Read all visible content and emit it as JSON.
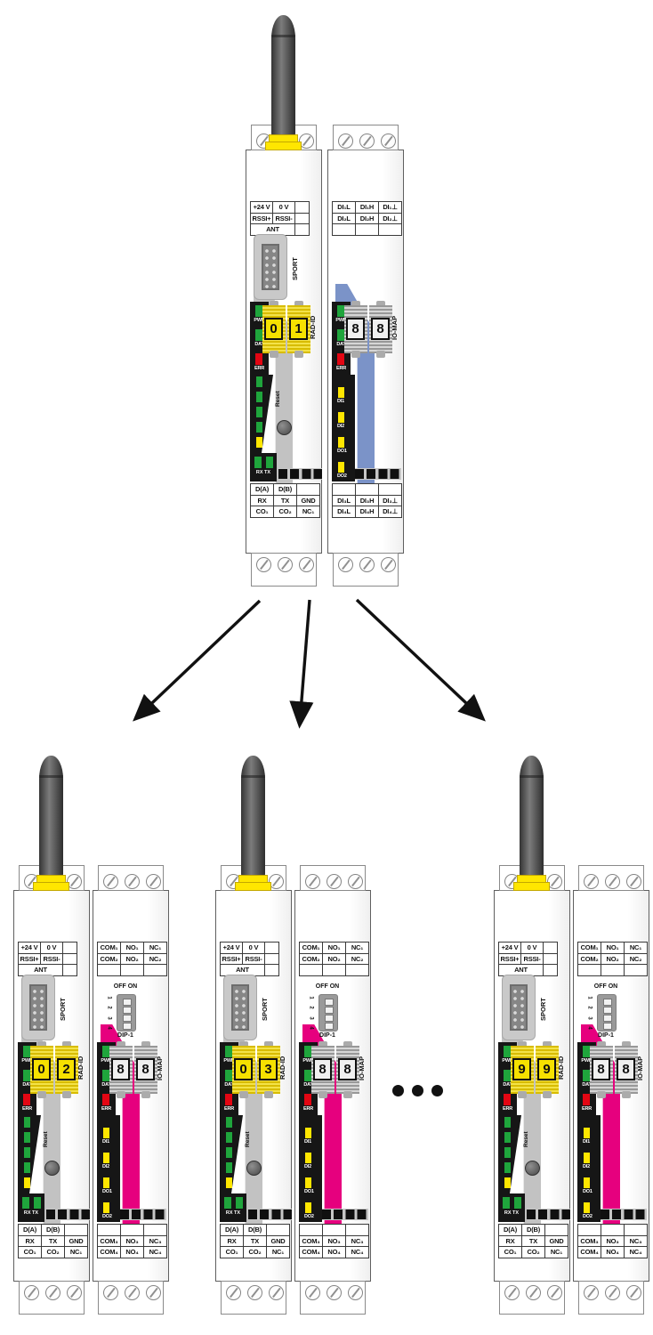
{
  "diagram": {
    "description": "Wireless master radio module with I/O extension broadcasting to multiple slave radio modules with I/O extensions",
    "more_devices_indicator": "..."
  },
  "colors": {
    "antenna_base_yellow": "#ffe600",
    "di_extension_band_blue": "#7b93c8",
    "relay_extension_band_magenta": "#e6007e",
    "led_green": "#1fa53c",
    "led_red": "#e30613",
    "led_yellow": "#ffe600",
    "panel_black": "#161616"
  },
  "modules": [
    {
      "kind": "radio",
      "role": "master",
      "top_table": [
        [
          "+24 V",
          "0 V"
        ],
        [
          "RSSI+",
          "RSSI-"
        ],
        [
          "ANT"
        ]
      ],
      "sport_label": "SPORT",
      "status_leds": [
        "PWR",
        "DAT",
        "ERR"
      ],
      "wheel_unit_label": "RAD-ID",
      "wheels": [
        "0",
        "1"
      ],
      "reset_label": "Reset",
      "rxtx_label": "RX TX",
      "bottom_table": [
        [
          "D(A)",
          "D(B)",
          ""
        ],
        [
          "RX",
          "TX",
          "GND"
        ],
        [
          "CO₁",
          "CO₂",
          "NC₁"
        ]
      ]
    },
    {
      "kind": "io",
      "role": "digital-input-extension",
      "band_color": "#7b93c8",
      "top_table": [
        [
          "DI₁L",
          "DI₁H",
          "DI₁⊥"
        ],
        [
          "DI₂L",
          "DI₂H",
          "DI₂⊥"
        ],
        [
          "",
          "",
          ""
        ]
      ],
      "dip": null,
      "status_leds": [
        "PWR",
        "DAT",
        "ERR"
      ],
      "wheel_unit_label": "IO-MAP",
      "wheels": [
        "8",
        "8"
      ],
      "io_led_labels": [
        "DI1",
        "DI2",
        "DO1",
        "DO2"
      ],
      "bottom_table": [
        [
          "",
          "",
          ""
        ],
        [
          "DI₃L",
          "DI₃H",
          "DI₃⊥"
        ],
        [
          "DI₄L",
          "DI₄H",
          "DI₄⊥"
        ]
      ]
    },
    {
      "kind": "radio",
      "role": "slave",
      "top_table": [
        [
          "+24 V",
          "0 V"
        ],
        [
          "RSSI+",
          "RSSI-"
        ],
        [
          "ANT"
        ]
      ],
      "sport_label": "SPORT",
      "status_leds": [
        "PWR",
        "DAT",
        "ERR"
      ],
      "wheel_unit_label": "RAD-ID",
      "wheels": [
        "0",
        "2"
      ],
      "reset_label": "Reset",
      "rxtx_label": "RX TX",
      "bottom_table": [
        [
          "D(A)",
          "D(B)",
          ""
        ],
        [
          "RX",
          "TX",
          "GND"
        ],
        [
          "CO₁",
          "CO₂",
          "NC₁"
        ]
      ]
    },
    {
      "kind": "io",
      "role": "relay-extension",
      "band_color": "#e6007e",
      "top_table": [
        [
          "COM₁",
          "NO₁",
          "NC₁"
        ],
        [
          "COM₂",
          "NO₂",
          "NC₂"
        ],
        [
          "",
          "",
          ""
        ]
      ],
      "dip": {
        "state_labels": "OFF ON",
        "numbers": [
          "1",
          "2",
          "3",
          "4"
        ],
        "name": "DIP-1"
      },
      "status_leds": [
        "PWR",
        "DAT",
        "ERR"
      ],
      "wheel_unit_label": "IO-MAP",
      "wheels": [
        "8",
        "8"
      ],
      "io_led_labels": [
        "DI1",
        "DI2",
        "DO1",
        "DO2"
      ],
      "bottom_table": [
        [
          "",
          "",
          ""
        ],
        [
          "COM₃",
          "NO₃",
          "NC₃"
        ],
        [
          "COM₄",
          "NO₄",
          "NC₄"
        ]
      ]
    },
    {
      "kind": "radio",
      "role": "slave",
      "top_table": [
        [
          "+24 V",
          "0 V"
        ],
        [
          "RSSI+",
          "RSSI-"
        ],
        [
          "ANT"
        ]
      ],
      "sport_label": "SPORT",
      "status_leds": [
        "PWR",
        "DAT",
        "ERR"
      ],
      "wheel_unit_label": "RAD-ID",
      "wheels": [
        "0",
        "3"
      ],
      "reset_label": "Reset",
      "rxtx_label": "RX TX",
      "bottom_table": [
        [
          "D(A)",
          "D(B)",
          ""
        ],
        [
          "RX",
          "TX",
          "GND"
        ],
        [
          "CO₁",
          "CO₂",
          "NC₁"
        ]
      ]
    },
    {
      "kind": "io",
      "role": "relay-extension",
      "band_color": "#e6007e",
      "top_table": [
        [
          "COM₁",
          "NO₁",
          "NC₁"
        ],
        [
          "COM₂",
          "NO₂",
          "NC₂"
        ],
        [
          "",
          "",
          ""
        ]
      ],
      "dip": {
        "state_labels": "OFF ON",
        "numbers": [
          "1",
          "2",
          "3",
          "4"
        ],
        "name": "DIP-1"
      },
      "status_leds": [
        "PWR",
        "DAT",
        "ERR"
      ],
      "wheel_unit_label": "IO-MAP",
      "wheels": [
        "8",
        "8"
      ],
      "io_led_labels": [
        "DI1",
        "DI2",
        "DO1",
        "DO2"
      ],
      "bottom_table": [
        [
          "",
          "",
          ""
        ],
        [
          "COM₃",
          "NO₃",
          "NC₃"
        ],
        [
          "COM₄",
          "NO₄",
          "NC₄"
        ]
      ]
    },
    {
      "kind": "radio",
      "role": "slave",
      "top_table": [
        [
          "+24 V",
          "0 V"
        ],
        [
          "RSSI+",
          "RSSI-"
        ],
        [
          "ANT"
        ]
      ],
      "sport_label": "SPORT",
      "status_leds": [
        "PWR",
        "DAT",
        "ERR"
      ],
      "wheel_unit_label": "RAD-ID",
      "wheels": [
        "9",
        "9"
      ],
      "reset_label": "Reset",
      "rxtx_label": "RX TX",
      "bottom_table": [
        [
          "D(A)",
          "D(B)",
          ""
        ],
        [
          "RX",
          "TX",
          "GND"
        ],
        [
          "CO₁",
          "CO₂",
          "NC₁"
        ]
      ]
    },
    {
      "kind": "io",
      "role": "relay-extension",
      "band_color": "#e6007e",
      "top_table": [
        [
          "COM₁",
          "NO₁",
          "NC₁"
        ],
        [
          "COM₂",
          "NO₂",
          "NC₂"
        ],
        [
          "",
          "",
          ""
        ]
      ],
      "dip": {
        "state_labels": "OFF ON",
        "numbers": [
          "1",
          "2",
          "3",
          "4"
        ],
        "name": "DIP-1"
      },
      "status_leds": [
        "PWR",
        "DAT",
        "ERR"
      ],
      "wheel_unit_label": "IO-MAP",
      "wheels": [
        "8",
        "8"
      ],
      "io_led_labels": [
        "DI1",
        "DI2",
        "DO1",
        "DO2"
      ],
      "bottom_table": [
        [
          "",
          "",
          ""
        ],
        [
          "COM₃",
          "NO₃",
          "NC₃"
        ],
        [
          "COM₄",
          "NO₄",
          "NC₄"
        ]
      ]
    }
  ]
}
